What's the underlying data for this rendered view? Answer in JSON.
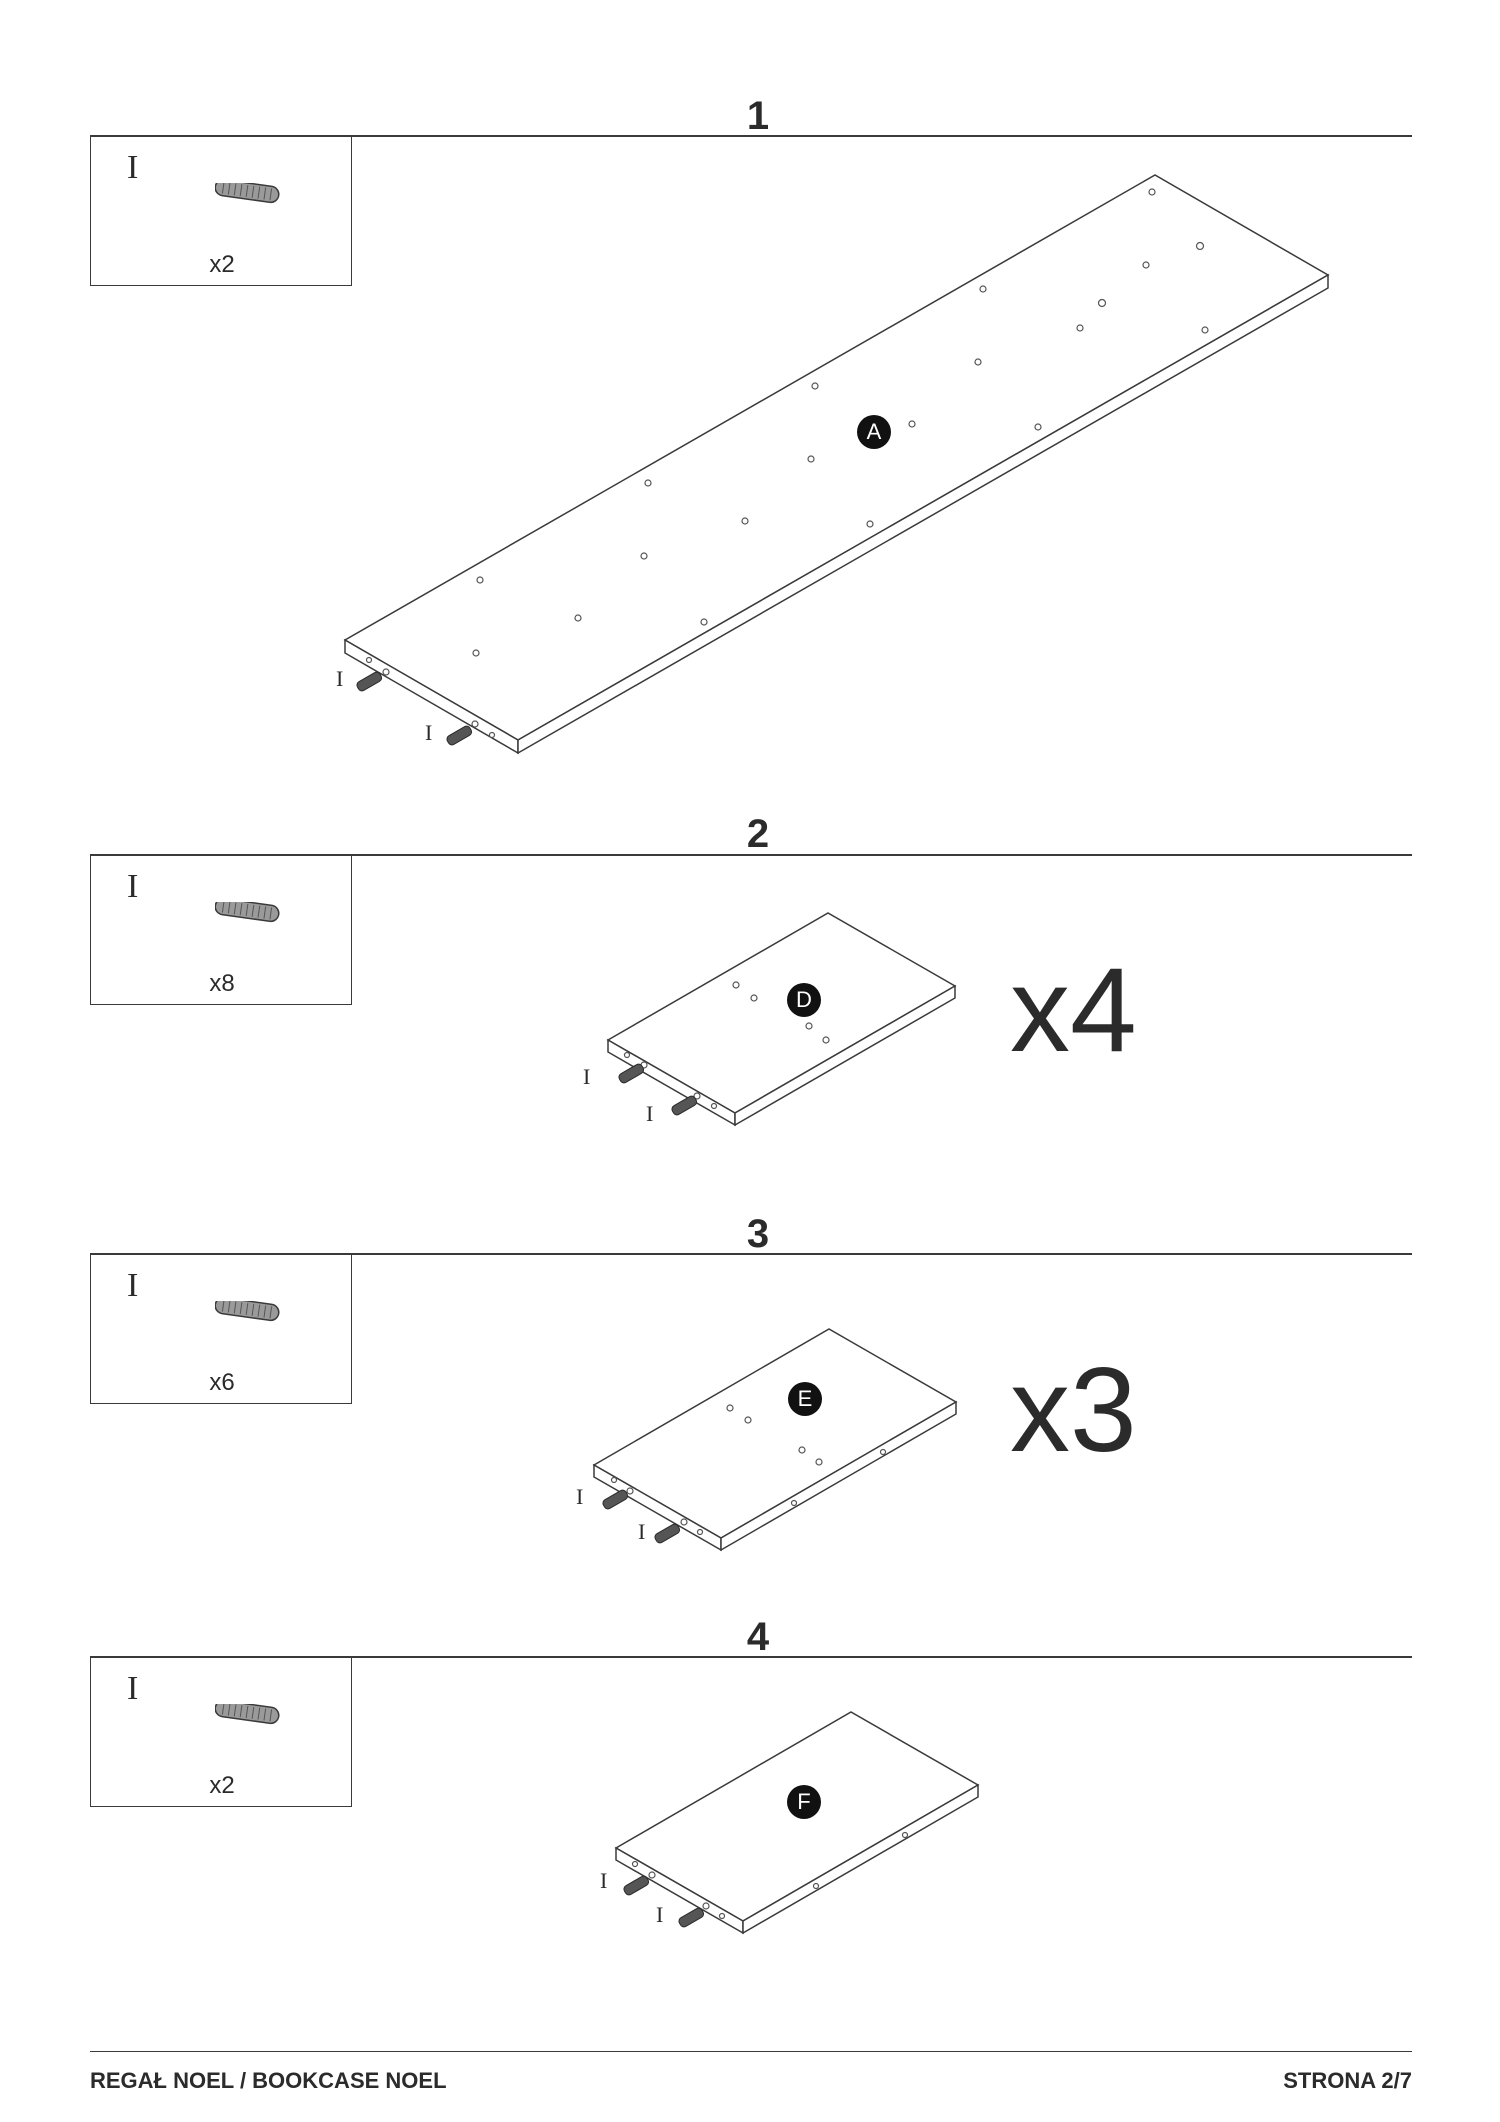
{
  "steps": [
    {
      "number": "1",
      "part_letter": "I",
      "part_qty": "x2",
      "panel_label": "A",
      "dowel_label": "I",
      "multiplier": ""
    },
    {
      "number": "2",
      "part_letter": "I",
      "part_qty": "x8",
      "panel_label": "D",
      "dowel_label": "I",
      "multiplier": "x4"
    },
    {
      "number": "3",
      "part_letter": "I",
      "part_qty": "x6",
      "panel_label": "E",
      "dowel_label": "I",
      "multiplier": "x3"
    },
    {
      "number": "4",
      "part_letter": "I",
      "part_qty": "x2",
      "panel_label": "F",
      "dowel_label": "I",
      "multiplier": ""
    }
  ],
  "footer": {
    "title": "REGAŁ NOEL / BOOKCASE NOEL",
    "page": "STRONA 2/7"
  },
  "icons": [
    "dowel-icon",
    "panel-label-badge"
  ]
}
